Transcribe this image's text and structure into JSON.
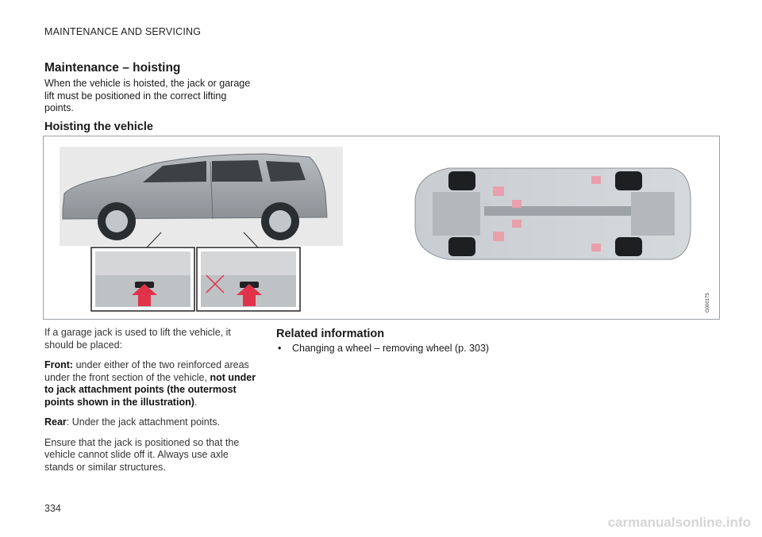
{
  "header": {
    "section": "MAINTENANCE AND SERVICING"
  },
  "title": "Maintenance – hoisting",
  "intro": "When the vehicle is hoisted, the jack or garage lift must be positioned in the correct lifting points.",
  "subheading": "Hoisting the vehicle",
  "figure": {
    "code": "G000175"
  },
  "body": {
    "p1": "If a garage jack is used to lift the vehicle, it should be placed:",
    "front_label": "Front:",
    "front_text": " under either of the two reinforced areas under the front section of the vehicle, ",
    "front_bold": "not under to jack attachment points (the outermost points shown in the illustration)",
    "front_end": ".",
    "rear_label": "Rear",
    "rear_text": ": Under the jack attachment points.",
    "p4": "Ensure that the jack is positioned so that the vehicle cannot slide off it. Always use axle stands or similar structures."
  },
  "related": {
    "heading": "Related information",
    "items": [
      {
        "bullet": "•",
        "text": "Changing a wheel – removing wheel (p. 303)"
      }
    ]
  },
  "page_number": "334",
  "watermark": "carmanualsonline.info",
  "colors": {
    "accent_red": "#e0334a",
    "pink_marker": "#e8a0ac"
  }
}
